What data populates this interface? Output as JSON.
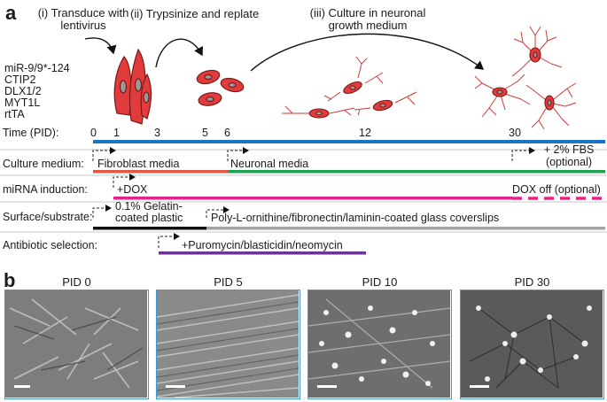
{
  "panel_a_label": "a",
  "panel_b_label": "b",
  "steps": {
    "transduce": [
      "(i) Transduce with",
      "lentivirus"
    ],
    "trypsinize": "(ii) Trypsinize and replate",
    "culture": [
      "(iii) Culture in neuronal",
      "growth medium"
    ]
  },
  "factors": [
    "miR-9/9*-124",
    "CTIP2",
    "DLX1/2",
    "MYT1L",
    "rtTA"
  ],
  "timeline": {
    "label": "Time (PID):",
    "ticks": [
      "0",
      "1",
      "3",
      "5",
      "6",
      "12",
      "30"
    ]
  },
  "rows": {
    "culture_medium": {
      "label": "Culture medium:",
      "fibroblast": "Fibroblast media",
      "neuronal": "Neuronal media",
      "fbs": [
        "+ 2% FBS",
        "(optional)"
      ]
    },
    "mirna": {
      "label": "miRNA induction:",
      "dox": "+DOX",
      "dox_off": "DOX off (optional)"
    },
    "surface": {
      "label": "Surface/substrate:",
      "gelatin": [
        "0.1% Gelatin-",
        "coated plastic"
      ],
      "coverslips": "Poly-L-ornithine/fibronectin/laminin-coated glass coverslips"
    },
    "antibiotic": {
      "label": "Antibiotic selection:",
      "drugs": "+Puromycin/blasticidin/neomycin"
    }
  },
  "photos": [
    "PID 0",
    "PID 5",
    "PID 10",
    "PID 30"
  ],
  "colors": {
    "time_bar": "#1f73c4",
    "fibroblast_media": "#e05a3f",
    "neuronal_media": "#20a050",
    "dox": "#e4248c",
    "gelatin": "#111111",
    "coverslips": "#a3a3a3",
    "antibiotic": "#6c3495",
    "cell_fill": "#e23b3b",
    "photo_border": "#3d9ad1"
  }
}
